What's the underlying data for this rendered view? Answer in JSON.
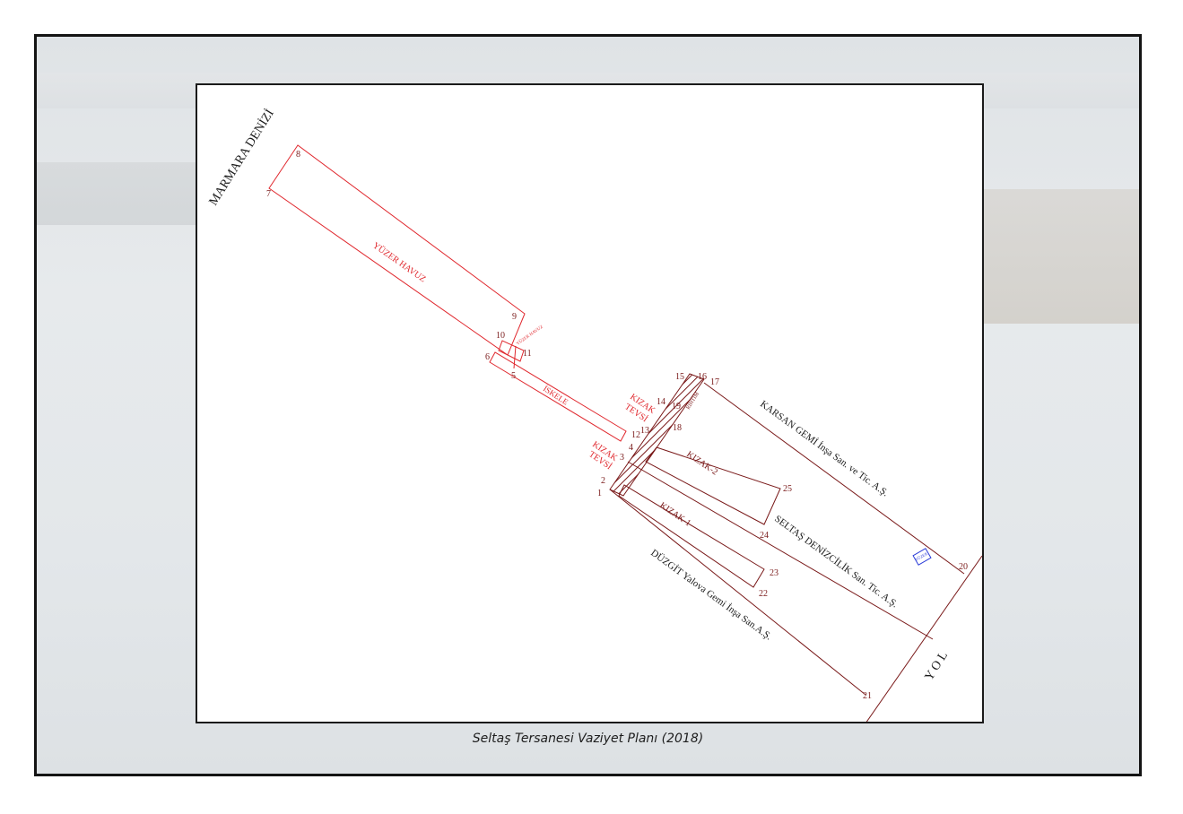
{
  "caption": "Seltaş Tersanesi Vaziyet Planı (2018)",
  "labels": {
    "sea": "MARMARA DENİZİ",
    "floating_dock": "YÜZER HAVUZ",
    "floating_dock_small": "YÜZER HAVUZ",
    "pier": "İSKELE",
    "slip_ext_a_1": "KIZAK",
    "slip_ext_a_2": "TEVSİ",
    "slip_ext_b_1": "KIZAK",
    "slip_ext_b_2": "TEVSİ",
    "quay": "RIHTIM",
    "slip1": "KIZAK-1",
    "slip2": "KIZAK-2",
    "karsan": "KARSAN GEMİ İnşa San. ve Tic. A.Ş.",
    "seltas": "SELTAŞ DENİZCİLİK San. Tic. A.Ş.",
    "duzgit": "DÜZGİT Yalova Gemi İnşa San.A.Ş.",
    "road": "Y O L",
    "small_box": "YÜZER"
  },
  "points": [
    "1",
    "2",
    "3",
    "4",
    "5",
    "6",
    "7",
    "8",
    "9",
    "10",
    "11",
    "12",
    "13",
    "14",
    "15",
    "16",
    "17",
    "18",
    "19",
    "20",
    "21",
    "22",
    "23",
    "24",
    "25"
  ],
  "colors": {
    "red": "#e0282e",
    "brown": "#7a1a1a",
    "blue": "#2a3cd8",
    "frame": "#141414"
  }
}
